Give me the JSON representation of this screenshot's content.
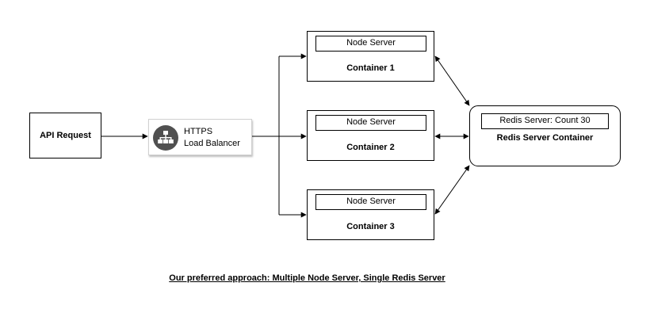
{
  "nodes": {
    "api_request": "API Request",
    "load_balancer": {
      "line1": "HTTPS",
      "line2": "Load Balancer",
      "icon": "network-sitemap-icon"
    },
    "containers": [
      {
        "inner": "Node Server",
        "label": "Container 1"
      },
      {
        "inner": "Node Server",
        "label": "Container 2"
      },
      {
        "inner": "Node Server",
        "label": "Container 3"
      }
    ],
    "redis": {
      "inner": "Redis Server: Count 30",
      "label": "Redis Server Container"
    }
  },
  "caption": "Our preferred approach: Multiple Node Server, Single Redis Server",
  "colors": {
    "stroke": "#000000",
    "icon_bg": "#505050",
    "icon_fg": "#ffffff"
  }
}
